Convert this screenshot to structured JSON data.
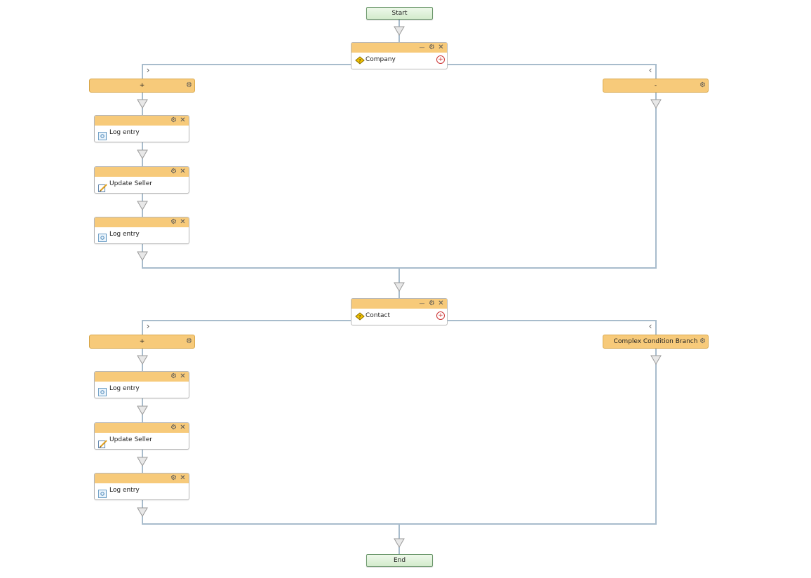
{
  "start_label": "Start",
  "end_label": "End",
  "icons": {
    "gear": "⚙",
    "close": "✕",
    "minimize": "—",
    "plus": "+",
    "chev_right": "›",
    "chev_left": "‹"
  },
  "conditions": [
    {
      "label": "Company",
      "branch_left": "+",
      "branch_right": "-",
      "steps": [
        "Log entry",
        "Update Seller",
        "Log entry"
      ]
    },
    {
      "label": "Contact",
      "branch_left": "+",
      "branch_right": "Complex Condition Branch",
      "steps": [
        "Log entry",
        "Update Seller",
        "Log entry"
      ]
    }
  ],
  "colors": {
    "node_header": "#f7ca7a",
    "terminal": "#d3ebcc",
    "connector": "#a8bccc"
  }
}
